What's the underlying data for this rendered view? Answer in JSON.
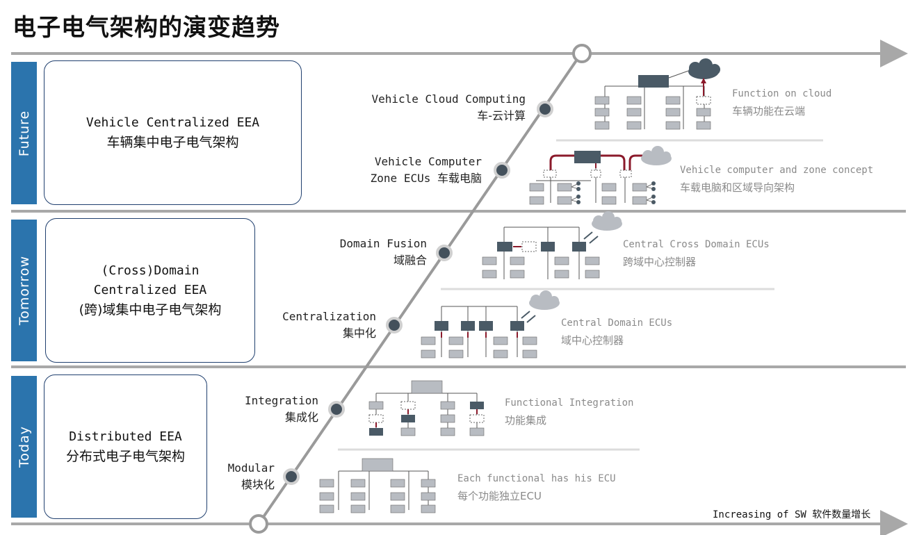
{
  "title": "电子电气架构的演变趋势",
  "eras": [
    {
      "label": "Future",
      "box_line1": "Vehicle Centralized EEA",
      "box_line2": "车辆集中电子电气架构",
      "box_line3": ""
    },
    {
      "label": "Tomorrow",
      "box_line1": "(Cross)Domain",
      "box_line2": "Centralized EEA",
      "box_line3": "(跨)域集中电子电气架构"
    },
    {
      "label": "Today",
      "box_line1": "Distributed EEA",
      "box_line2": "分布式电子电气架构",
      "box_line3": ""
    }
  ],
  "stages": [
    {
      "en": "Vehicle Cloud Computing",
      "cn": "车-云计算",
      "desc_en": "Function on cloud",
      "desc_cn": "车辆功能在云端"
    },
    {
      "en": "Vehicle Computer",
      "cn": "Zone ECUs 车载电脑",
      "desc_en": "Vehicle computer and zone concept",
      "desc_cn": "车载电脑和区域导向架构"
    },
    {
      "en": "Domain Fusion",
      "cn": "域融合",
      "desc_en": "Central Cross Domain ECUs",
      "desc_cn": "跨域中心控制器"
    },
    {
      "en": "Centralization",
      "cn": "集中化",
      "desc_en": "Central Domain ECUs",
      "desc_cn": "域中心控制器"
    },
    {
      "en": "Integration",
      "cn": "集成化",
      "desc_en": "Functional Integration",
      "desc_cn": "功能集成"
    },
    {
      "en": "Modular",
      "cn": "模块化",
      "desc_en": "Each functional has his ECU",
      "desc_cn": "每个功能独立ECU"
    }
  ],
  "axis_label": "Increasing of SW 软件数量增长",
  "colors": {
    "band": "#2b74ad",
    "dark_ecu": "#4a5a66",
    "light_ecu": "#b8bcc2",
    "arrow_red": "#8b1a2b",
    "line_gray": "#a8a8a8"
  }
}
